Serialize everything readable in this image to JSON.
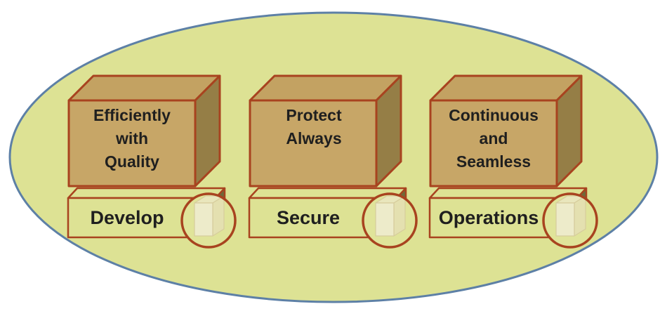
{
  "diagram": {
    "description": "DevSecOps oval diagram with three labeled cubes over three labeled bars",
    "columns": [
      {
        "box_label": "Efficiently\nwith\nQuality",
        "bar_label": "Develop"
      },
      {
        "box_label": "Protect\nAlways",
        "bar_label": "Secure"
      },
      {
        "box_label": "Continuous\nand\nSeamless",
        "bar_label": "Operations"
      }
    ]
  },
  "colors": {
    "canvas_bg": "#ffffff",
    "ellipse_fill": "#dde294",
    "ellipse_stroke": "#5d80a6",
    "shape_outline": "#a8431f",
    "cube_front": "#c7a667",
    "cube_top": "#c3a262",
    "cube_side": "#957e46",
    "bar_fill": "#dde294",
    "bar_side": "#6e6a3a",
    "circle_fill": "#e0e49a",
    "ghost_front": "#edebca",
    "ghost_top": "#e9e6bc",
    "ghost_side": "#e4e0b0",
    "ghost_stroke": "#d6cc9c",
    "text_color": "#1f1f1f"
  }
}
